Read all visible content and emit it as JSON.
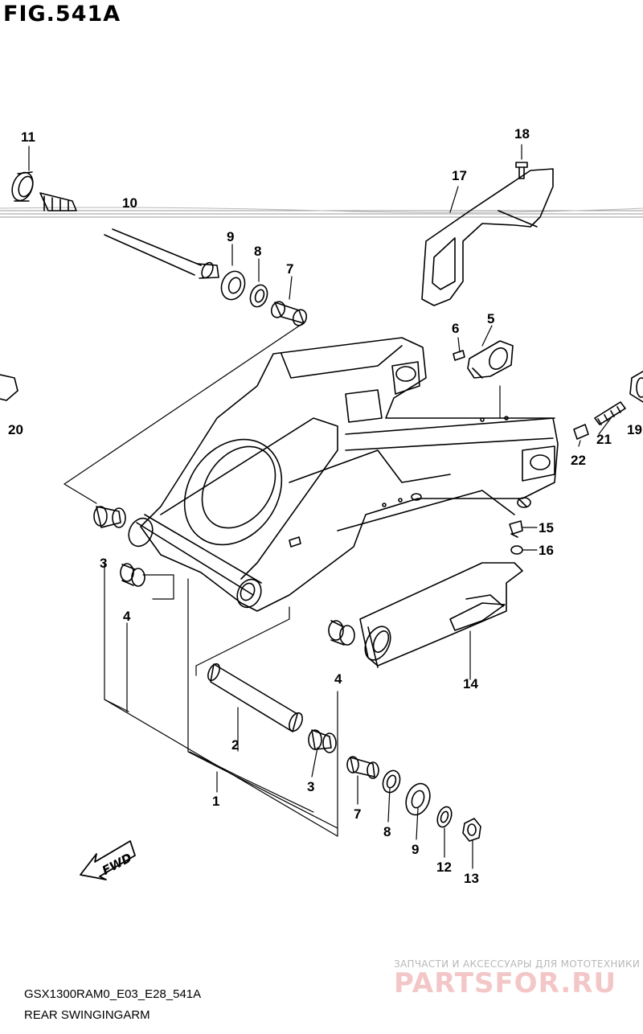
{
  "figure_title": "FIG.541A",
  "callouts": {
    "c1": "1",
    "c2": "2",
    "c3a": "3",
    "c3b": "3",
    "c4a": "4",
    "c4b": "4",
    "c5": "5",
    "c6": "6",
    "c7a": "7",
    "c7b": "7",
    "c8a": "8",
    "c8b": "8",
    "c9a": "9",
    "c9b": "9",
    "c10": "10",
    "c11": "11",
    "c12": "12",
    "c13": "13",
    "c14": "14",
    "c15": "15",
    "c16": "16",
    "c17": "17",
    "c18": "18",
    "c19": "19",
    "c20": "20",
    "c21": "21",
    "c22": "22"
  },
  "fwd_label": "FWD",
  "footer": {
    "model_code": "GSX1300RAM0_E03_E28_541A",
    "section_name": "REAR SWINGINGARM"
  },
  "watermark": {
    "subtitle": "ЗАПЧАСТИ И АКСЕССУАРЫ ДЛЯ МОТОТЕХНИКИ",
    "logo": "PARTSFOR.RU"
  }
}
